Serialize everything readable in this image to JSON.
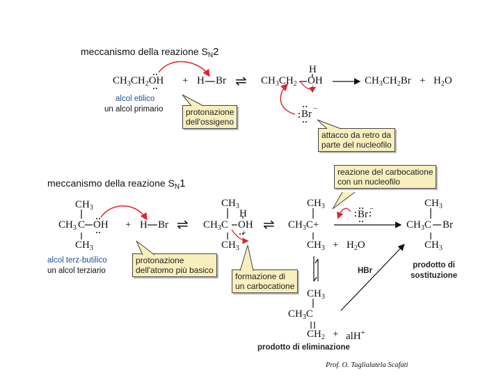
{
  "sn2": {
    "title_text": "meccanismo della reazione S",
    "title_sub": "N",
    "title_num": "2",
    "reactant": {
      "a": "CH",
      "a_sub": "3",
      "b": "CH",
      "b_sub": "2",
      "c": "OH"
    },
    "plus1": "+",
    "hbr": "H",
    "hbr_br": "Br",
    "equilibrium": "⇌",
    "intermediate": {
      "h_top": "H",
      "a": "CH",
      "a_sub": "3",
      "b": "CH",
      "b_sub": "2",
      "c": "OH",
      "charge": "+"
    },
    "product": {
      "a": "CH",
      "a_sub": "3",
      "b": "CH",
      "b_sub": "2",
      "c": "Br"
    },
    "plus2": "+",
    "water": {
      "a": "H",
      "a_sub": "2",
      "b": "O"
    },
    "bromide": "Br",
    "bromide_charge": "−",
    "reactant_name": "alcol etilico",
    "reactant_class": "un alcol primario",
    "callout_protonation": [
      "protonazione",
      "dell'ossigeno"
    ],
    "callout_attack": [
      "attacco da retro da",
      "parte del nucleofilo"
    ]
  },
  "sn1": {
    "title_text": "meccanismo della reazione S",
    "title_sub": "N",
    "title_num": "1",
    "reactant": {
      "ch3_top": "CH",
      "ch3_top_sub": "3",
      "left": "CH",
      "left_sub": "3",
      "c": "C",
      "oh": "OH",
      "ch3_bottom": "CH",
      "ch3_bottom_sub": "3"
    },
    "plus1": "+",
    "hbr": "H",
    "hbr_br": "Br",
    "eq1": "⇌",
    "protonated": {
      "ch3_top": "CH",
      "ch3_top_sub": "3",
      "h_top": "H",
      "left": "CH",
      "left_sub": "3",
      "c": "C",
      "oh": "OH",
      "charge": "+",
      "ch3_bottom": "CH",
      "ch3_bottom_sub": "3"
    },
    "eq2": "⇌",
    "carbocation": {
      "ch3_top": "CH",
      "ch3_top_sub": "3",
      "left": "CH",
      "left_sub": "3",
      "c": "C",
      "charge": "+",
      "ch3_bottom": "CH",
      "ch3_bottom_sub": "3"
    },
    "plus_water": "+",
    "water": {
      "a": "H",
      "a_sub": "2",
      "b": "O"
    },
    "bromide": "Br",
    "bromide_charge": "−",
    "product": {
      "ch3_top": "CH",
      "ch3_top_sub": "3",
      "left": "CH",
      "left_sub": "3",
      "c": "C",
      "br": "Br",
      "ch3_bottom": "CH",
      "ch3_bottom_sub": "3"
    },
    "elim": {
      "ch3_top": "CH",
      "ch3_top_sub": "3",
      "left": "CH",
      "left_sub": "3",
      "c": "C",
      "ch2": "CH",
      "ch2_sub": "2",
      "plus": "+",
      "acid": "alH",
      "acid_charge": "+"
    },
    "reactant_name": "alcol terz-butilico",
    "reactant_class": "un alcol terziario",
    "callout_protonation": [
      "protonazione",
      "dell'atomo più basico"
    ],
    "callout_carbocation": [
      "formazione di",
      "un carbocatione"
    ],
    "callout_nucleophile": [
      "reazione del carbocatione",
      "con un nucleofilo"
    ],
    "hbr_label": "HBr",
    "substitution_label": [
      "prodotto di",
      "sostituzione"
    ],
    "elimination_label": "prodotto di eliminazione"
  },
  "credit": "Prof. O. Taglialatela Scafati"
}
